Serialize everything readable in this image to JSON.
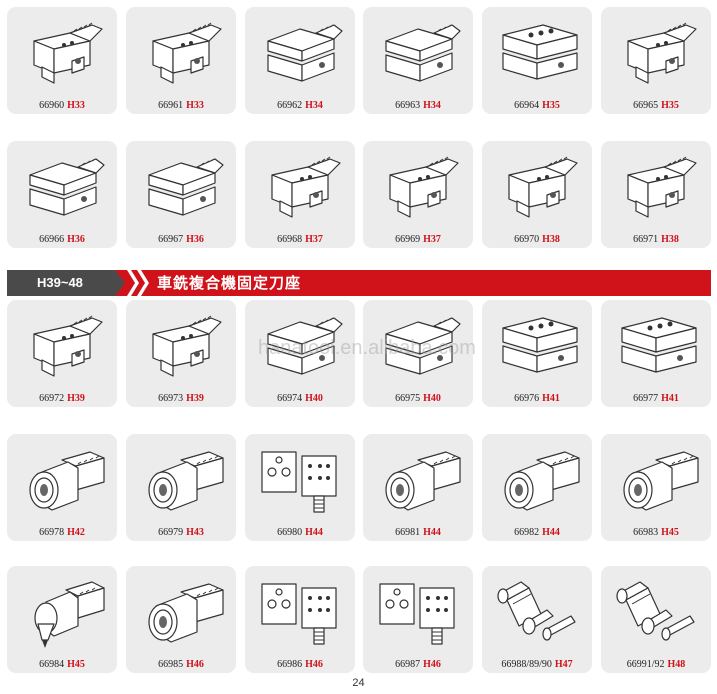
{
  "banner": {
    "code": "H39~48",
    "title": "車銑複合機固定刀座"
  },
  "watermark": "hanatool.en.alibaba.com",
  "page_number": "24",
  "rows": [
    [
      {
        "code": "66960",
        "h": "H33",
        "icon": "block-holder-icon"
      },
      {
        "code": "66961",
        "h": "H33",
        "icon": "block-holder-icon"
      },
      {
        "code": "66962",
        "h": "H34",
        "icon": "wedge-holder-icon"
      },
      {
        "code": "66963",
        "h": "H34",
        "icon": "wedge-holder-icon"
      },
      {
        "code": "66964",
        "h": "H35",
        "icon": "flat-holder-icon"
      },
      {
        "code": "66965",
        "h": "H35",
        "icon": "block-holder-icon"
      }
    ],
    [
      {
        "code": "66966",
        "h": "H36",
        "icon": "wedge-holder-icon"
      },
      {
        "code": "66967",
        "h": "H36",
        "icon": "wedge-holder-icon"
      },
      {
        "code": "66968",
        "h": "H37",
        "icon": "block-holder-icon"
      },
      {
        "code": "66969",
        "h": "H37",
        "icon": "block-holder-icon"
      },
      {
        "code": "66970",
        "h": "H38",
        "icon": "block-holder-icon"
      },
      {
        "code": "66971",
        "h": "H38",
        "icon": "block-holder-icon"
      }
    ],
    [
      {
        "code": "66972",
        "h": "H39",
        "icon": "block-holder-icon"
      },
      {
        "code": "66973",
        "h": "H39",
        "icon": "block-holder-icon"
      },
      {
        "code": "66974",
        "h": "H40",
        "icon": "wedge-holder-icon"
      },
      {
        "code": "66975",
        "h": "H40",
        "icon": "wedge-holder-icon"
      },
      {
        "code": "66976",
        "h": "H41",
        "icon": "flat-holder-icon"
      },
      {
        "code": "66977",
        "h": "H41",
        "icon": "flat-holder-icon"
      }
    ],
    [
      {
        "code": "66978",
        "h": "H42",
        "icon": "round-holder-icon"
      },
      {
        "code": "66979",
        "h": "H43",
        "icon": "round-holder-icon"
      },
      {
        "code": "66980",
        "h": "H44",
        "icon": "plate-holder-icon"
      },
      {
        "code": "66981",
        "h": "H44",
        "icon": "round-holder-icon"
      },
      {
        "code": "66982",
        "h": "H44",
        "icon": "round-holder-icon"
      },
      {
        "code": "66983",
        "h": "H45",
        "icon": "round-holder-icon"
      }
    ],
    [
      {
        "code": "66984",
        "h": "H45",
        "icon": "chuck-holder-icon"
      },
      {
        "code": "66985",
        "h": "H46",
        "icon": "round-holder-icon"
      },
      {
        "code": "66986",
        "h": "H46",
        "icon": "plate-holder-icon"
      },
      {
        "code": "66987",
        "h": "H46",
        "icon": "plate-holder-icon"
      },
      {
        "code": "66988/89/90",
        "h": "H47",
        "icon": "sleeve-icon"
      },
      {
        "code": "66991/92",
        "h": "H48",
        "icon": "sleeve-icon"
      }
    ]
  ]
}
